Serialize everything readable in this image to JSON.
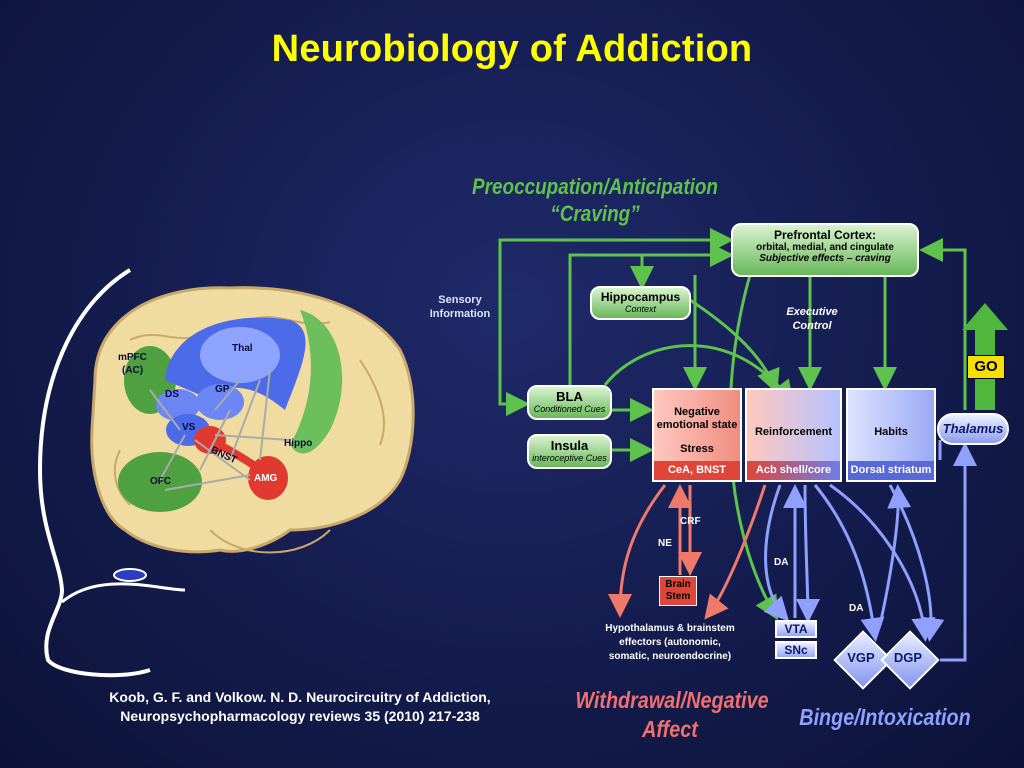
{
  "title": "Neurobiology of Addiction",
  "citation": {
    "line1": "Koob, G. F. and Volkow. N. D. Neurocircuitry of Addiction,",
    "line2": "Neuropsychopharmacology reviews 35 (2010) 217-238"
  },
  "stages": {
    "preoccupation_line1": "Preoccupation/Anticipation",
    "preoccupation_line2": "“Craving”",
    "withdrawal_line1": "Withdrawal/Negative",
    "withdrawal_line2": "Affect",
    "binge": "Binge/Intoxication"
  },
  "brain_labels": {
    "mpfc": "mPFC",
    "ac": "(AC)",
    "ds": "DS",
    "gp": "GP",
    "thal": "Thal",
    "vs": "VS",
    "bnst": "BNST",
    "hippo": "Hippo",
    "ofc": "OFC",
    "amg": "AMG"
  },
  "circuit": {
    "sensory_line1": "Sensory",
    "sensory_line2": "Information",
    "prefrontal_title": "Prefrontal Cortex:",
    "prefrontal_sub": "orbital, medial, and cingulate",
    "prefrontal_italic": "Subjective effects – craving",
    "hippocampus": "Hippocampus",
    "hippocampus_sub": "Context",
    "executive_line1": "Executive",
    "executive_line2": "Control",
    "go": "GO",
    "bla": "BLA",
    "bla_sub": "Conditioned Cues",
    "insula": "Insula",
    "insula_sub": "interoceptive Cues",
    "neg_line1": "Negative",
    "neg_line2": "emotional state",
    "neg_stress": "Stress",
    "neg_bar": "CeA, BNST",
    "reinforcement": "Reinforcement",
    "reinforcement_bar": "Acb shell/core",
    "habits": "Habits",
    "habits_bar": "Dorsal striatum",
    "thalamus": "Thalamus",
    "crf": "CRF",
    "ne": "NE",
    "brainstem_line1": "Brain",
    "brainstem_line2": "Stem",
    "da1": "DA",
    "da2": "DA",
    "effectors_line1": "Hypothalamus & brainstem",
    "effectors_line2": "effectors (autonomic,",
    "effectors_line3": "somatic, neuroendocrine)",
    "vta": "VTA",
    "snc": "SNc",
    "vgp": "VGP",
    "dgp": "DGP"
  },
  "colors": {
    "title": "#ffff00",
    "green": "#5fc24c",
    "red": "#f07070",
    "blue": "#8fa0ff"
  }
}
